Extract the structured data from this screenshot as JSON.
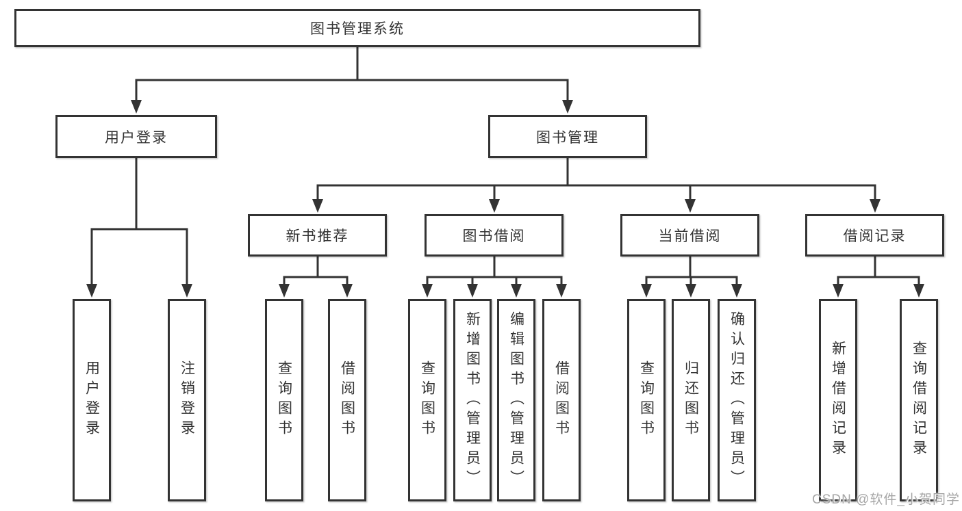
{
  "diagram": {
    "root": {
      "label": "图书管理系统"
    },
    "level1": [
      {
        "label": "用户登录",
        "children": [
          {
            "label": "用户登录"
          },
          {
            "label": "注销登录"
          }
        ]
      },
      {
        "label": "图书管理",
        "children": [
          {
            "label": "新书推荐",
            "children": [
              {
                "label": "查询图书"
              },
              {
                "label": "借阅图书"
              }
            ]
          },
          {
            "label": "图书借阅",
            "children": [
              {
                "label": "查询图书"
              },
              {
                "label": "新增图书（管理员）"
              },
              {
                "label": "编辑图书（管理员）"
              },
              {
                "label": "借阅图书"
              }
            ]
          },
          {
            "label": "当前借阅",
            "children": [
              {
                "label": "查询图书"
              },
              {
                "label": "归还图书"
              },
              {
                "label": "确认归还（管理员）"
              }
            ]
          },
          {
            "label": "借阅记录",
            "children": [
              {
                "label": "新增借阅记录"
              },
              {
                "label": "查询借阅记录"
              }
            ]
          }
        ]
      }
    ]
  },
  "watermark": {
    "text": "CSDN @软件_小贺同学"
  },
  "colors": {
    "line": "#333333",
    "box_border": "#333333",
    "text": "#333333",
    "watermark": "#a6a6a6",
    "background": "#ffffff"
  }
}
